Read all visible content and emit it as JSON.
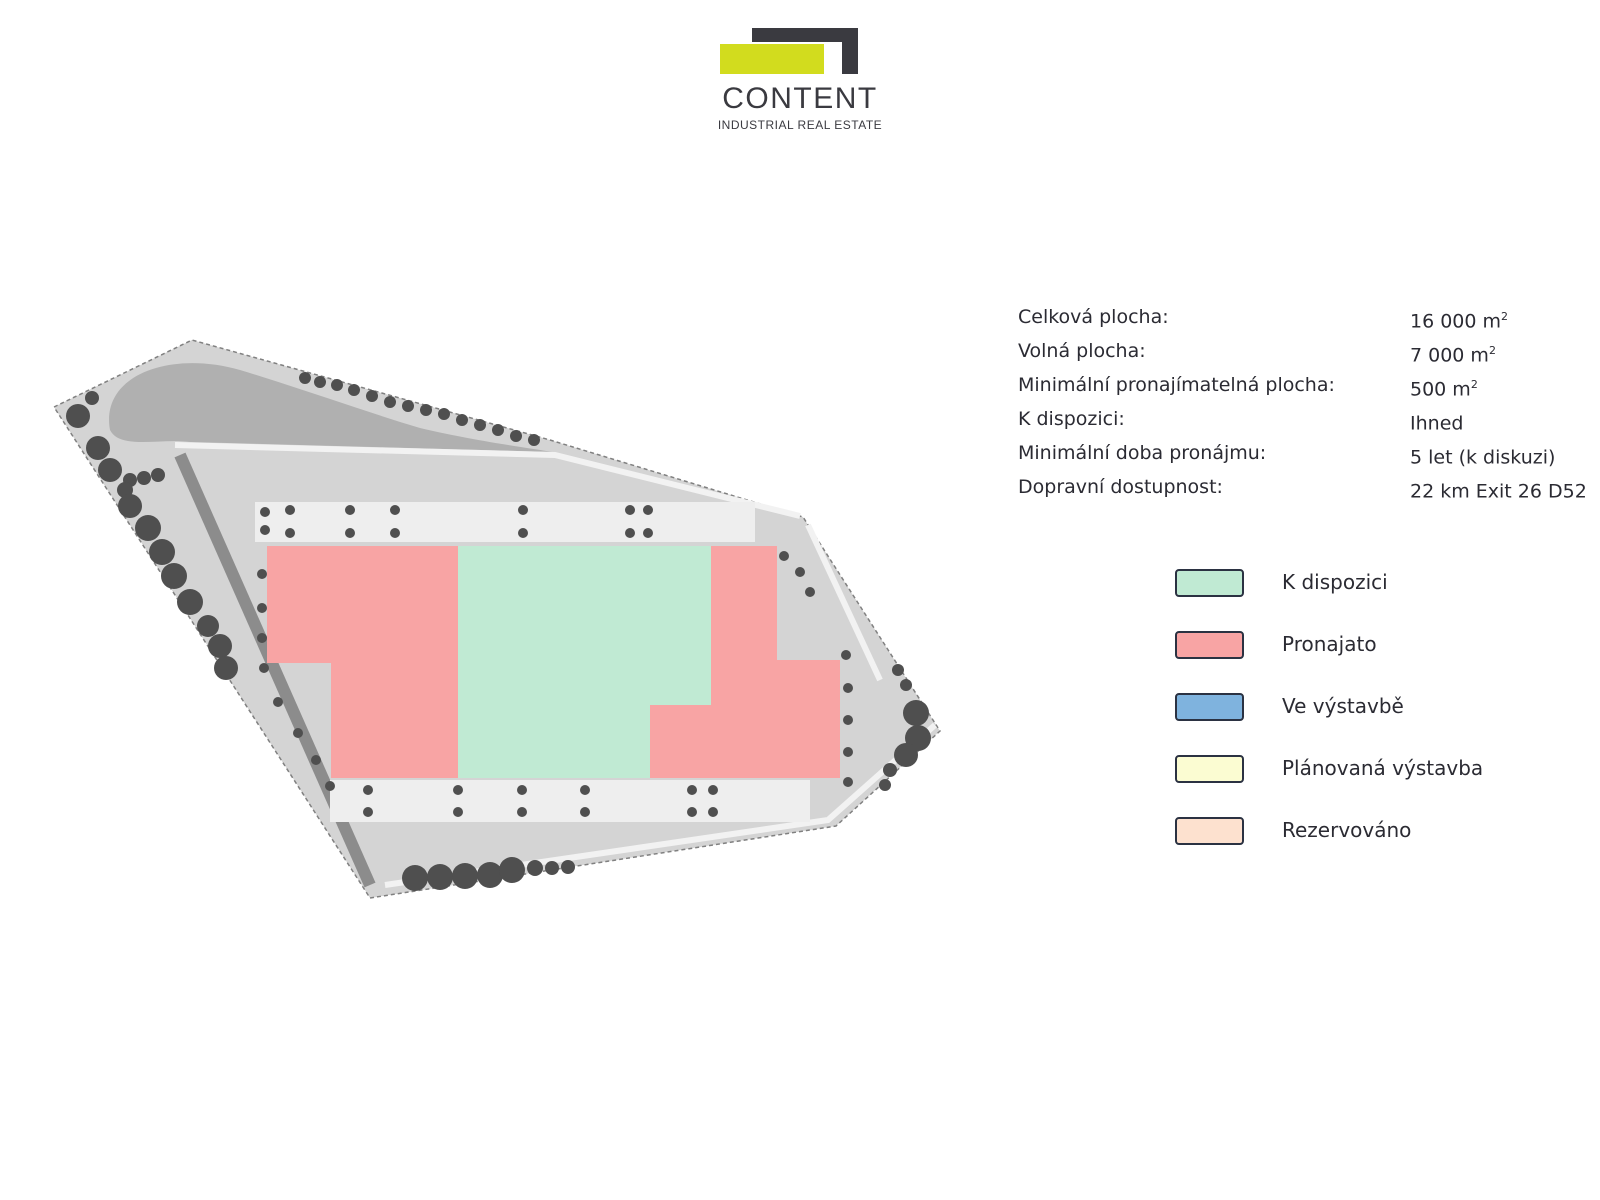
{
  "logo": {
    "wordmark": "CONTENT",
    "tagline": "INDUSTRIAL REAL ESTATE",
    "accent_color": "#d2dc1e",
    "dark_color": "#3a3a40"
  },
  "facts": [
    {
      "label": "Celková plocha:",
      "value": "16 000 m",
      "sup": "2"
    },
    {
      "label": "Volná plocha:",
      "value": "7 000 m",
      "sup": "2"
    },
    {
      "label": "Minimální pronajímatelná plocha:",
      "value": "500 m",
      "sup": "2"
    },
    {
      "label": "K dispozici:",
      "value": "Ihned",
      "sup": ""
    },
    {
      "label": "Minimální doba pronájmu:",
      "value": "5 let (k diskuzi)",
      "sup": ""
    },
    {
      "label": "Dopravní dostupnost:",
      "value": "22 km Exit 26 D52",
      "sup": ""
    }
  ],
  "legend": [
    {
      "label": "K dispozici",
      "color": "#c0ead3"
    },
    {
      "label": "Pronajato",
      "color": "#f8a4a4"
    },
    {
      "label": "Ve výstavbě",
      "color": "#7fb3de"
    },
    {
      "label": "Plánovaná výstavba",
      "color": "#fbfcd2"
    },
    {
      "label": "Rezervováno",
      "color": "#fde1cf"
    }
  ],
  "siteplan": {
    "units": [
      {
        "status": "Pronajato",
        "color": "#f8a4a4"
      },
      {
        "status": "K dispozici",
        "color": "#c0ead3"
      },
      {
        "status": "Pronajato",
        "color": "#f8a4a4"
      }
    ],
    "colors": {
      "ground": "#d4d4d4",
      "pond": "#b0b0b0",
      "path": "#eeeeee",
      "tree": "#4f4f4f",
      "road": "#8c8c8c"
    }
  }
}
